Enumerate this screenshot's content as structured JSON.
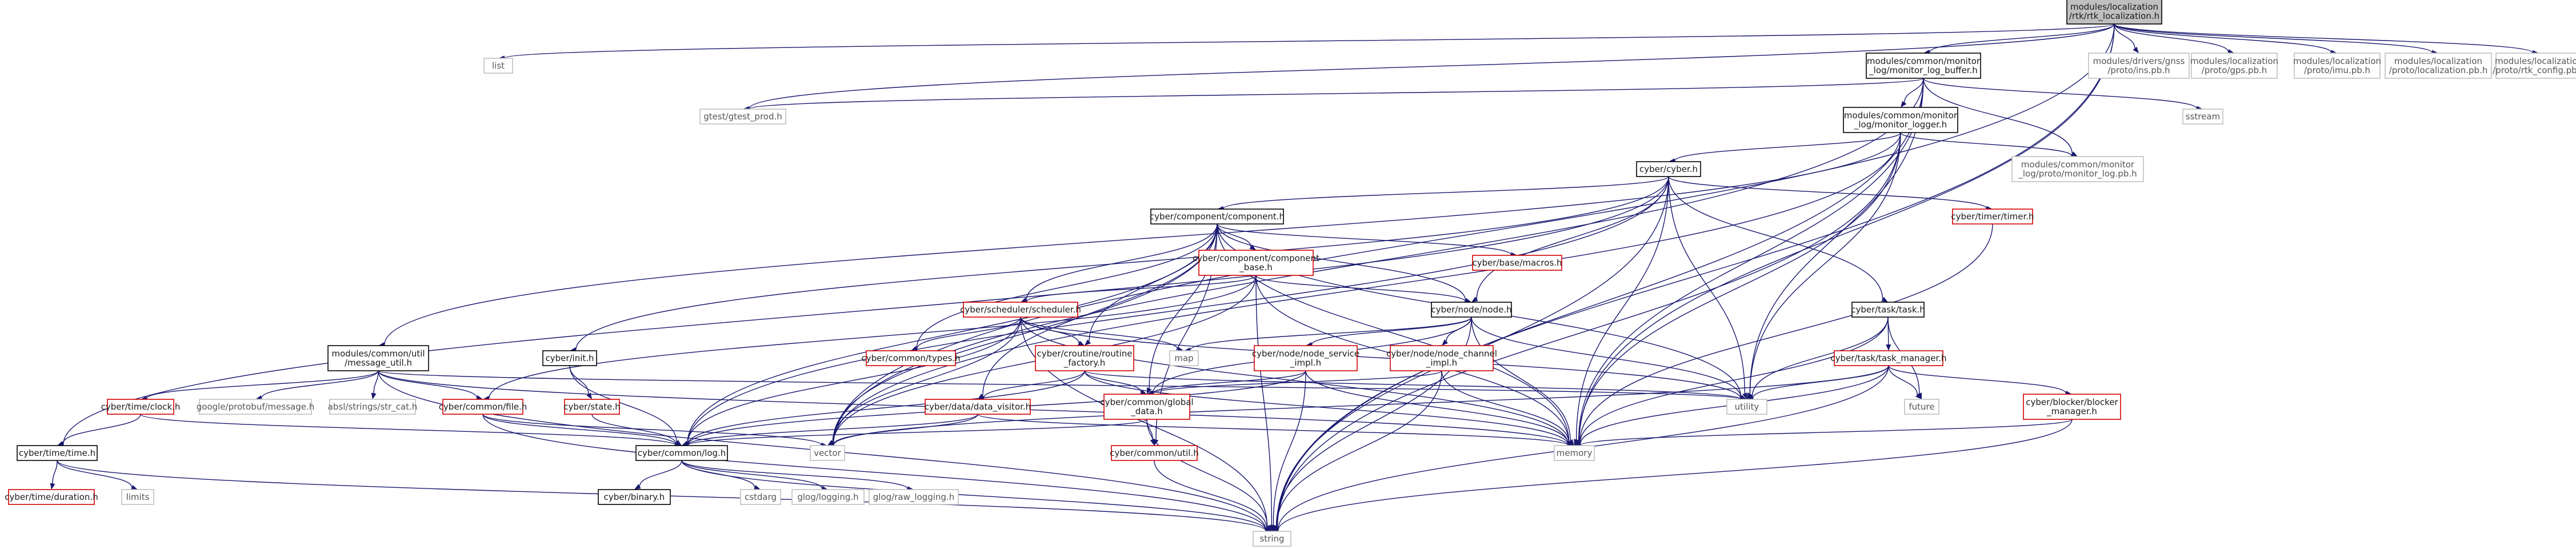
{
  "nodes": {
    "root": [
      "modules/localization",
      "/rtk/rtk_localization.h"
    ],
    "monitor_log_buffer": [
      "modules/common/monitor",
      "_log/monitor_log_buffer.h"
    ],
    "list": [
      "list"
    ],
    "gtest_prod": [
      "gtest/gtest_prod.h"
    ],
    "drivers_ins": [
      "modules/drivers/gnss",
      "/proto/ins.pb.h"
    ],
    "loc_gps": [
      "modules/localization",
      "/proto/gps.pb.h"
    ],
    "loc_imu": [
      "modules/localization",
      "/proto/imu.pb.h"
    ],
    "loc_localization": [
      "modules/localization",
      "/proto/localization.pb.h"
    ],
    "loc_rtk_config": [
      "modules/localization",
      "/proto/rtk_config.pb.h"
    ],
    "monitor_logger": [
      "modules/common/monitor",
      "_log/monitor_logger.h"
    ],
    "sstream": [
      "sstream"
    ],
    "cyber_cyber": [
      "cyber/cyber.h"
    ],
    "monitor_log_pb": [
      "modules/common/monitor",
      "_log/proto/monitor_log.pb.h"
    ],
    "component": [
      "cyber/component/component.h"
    ],
    "timer": [
      "cyber/timer/timer.h"
    ],
    "component_base": [
      "cyber/component/component",
      "_base.h"
    ],
    "base_macros": [
      "cyber/base/macros.h"
    ],
    "scheduler": [
      "cyber/scheduler/scheduler.h"
    ],
    "node": [
      "cyber/node/node.h"
    ],
    "task": [
      "cyber/task/task.h"
    ],
    "util_message": [
      "modules/common/util",
      "/message_util.h"
    ],
    "cyber_init": [
      "cyber/init.h"
    ],
    "cyber_types": [
      "cyber/common/types.h"
    ],
    "routine_factory": [
      "cyber/croutine/routine",
      "_factory.h"
    ],
    "map": [
      "map"
    ],
    "node_service": [
      "cyber/node/node_service",
      "_impl.h"
    ],
    "node_channel": [
      "cyber/node/node_channel",
      "_impl.h"
    ],
    "task_manager": [
      "cyber/task/task_manager.h"
    ],
    "time_clock": [
      "cyber/time/clock.h"
    ],
    "google_message": [
      "google/protobuf/message.h"
    ],
    "absl_str_cat": [
      "absl/strings/str_cat.h"
    ],
    "common_file": [
      "cyber/common/file.h"
    ],
    "state": [
      "cyber/state.h"
    ],
    "data_visitor": [
      "cyber/data/data_visitor.h"
    ],
    "common_global": [
      "cyber/common/global",
      "_data.h"
    ],
    "utility": [
      "utility"
    ],
    "future": [
      "future"
    ],
    "blocker_manager": [
      "cyber/blocker/blocker",
      "_manager.h"
    ],
    "time_time": [
      "cyber/time/time.h"
    ],
    "vector": [
      "vector"
    ],
    "memory": [
      "memory"
    ],
    "common_log": [
      "cyber/common/log.h"
    ],
    "common_util": [
      "cyber/common/util.h"
    ],
    "time_duration": [
      "cyber/time/duration.h"
    ],
    "limits": [
      "limits"
    ],
    "binary": [
      "cyber/binary.h"
    ],
    "cstdarg": [
      "cstdarg"
    ],
    "glog_logging": [
      "glog/logging.h"
    ],
    "glog_raw_logging": [
      "glog/raw_logging.h"
    ],
    "string": [
      "string"
    ]
  }
}
